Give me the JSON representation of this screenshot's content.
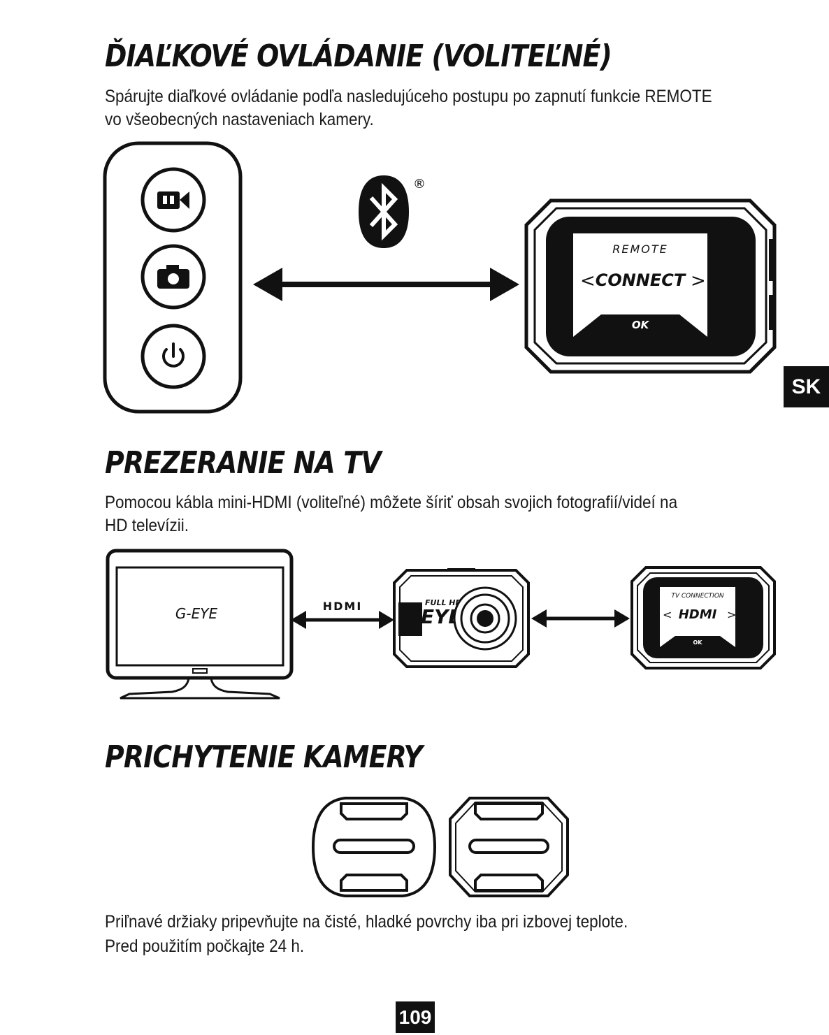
{
  "sections": {
    "remote": {
      "title": "ĎIAĽKOVÉ OVLÁDANIE (VOLITEĽNÉ)",
      "line1": "Spárujte diaľkové ovládanie podľa nasledujúceho postupu po zapnutí funkcie REMOTE",
      "line2": "vo všeobecných nastaveniach kamery."
    },
    "tv": {
      "title": "PREZERANIE NA TV",
      "line1": "Pomocou kábla mini-HDMI (voliteľné) môžete šíriť obsah svojich fotografií/videí na",
      "line2": "HD televízii."
    },
    "mount": {
      "title": "PRICHYTENIE KAMERY",
      "line1": "Priľnavé držiaky pripevňujte na čisté, hladké povrchy iba pri izbovej teplote.",
      "line2": "Pred použitím počkajte 24 h."
    }
  },
  "remote_screen": {
    "mode": "REMOTE",
    "action": "CONNECT",
    "ok": "OK",
    "left_chevron": "<",
    "right_chevron": ">"
  },
  "bluetooth": {
    "registered": "®"
  },
  "tv_diagram": {
    "tv_brand": "G-EYE",
    "hdmi_logo": "HDMI",
    "camera_logo_small": "FULL HD",
    "camera_logo_big": "EYE",
    "screen_mode": "TV CONNECTION",
    "screen_action": "HDMI",
    "screen_ok": "OK",
    "left_chevron": "<",
    "right_chevron": ">"
  },
  "language_tab": "SK",
  "page_number": "109",
  "icons": {
    "remote_buttons": [
      "video-camera-icon",
      "photo-camera-icon",
      "power-icon"
    ]
  }
}
